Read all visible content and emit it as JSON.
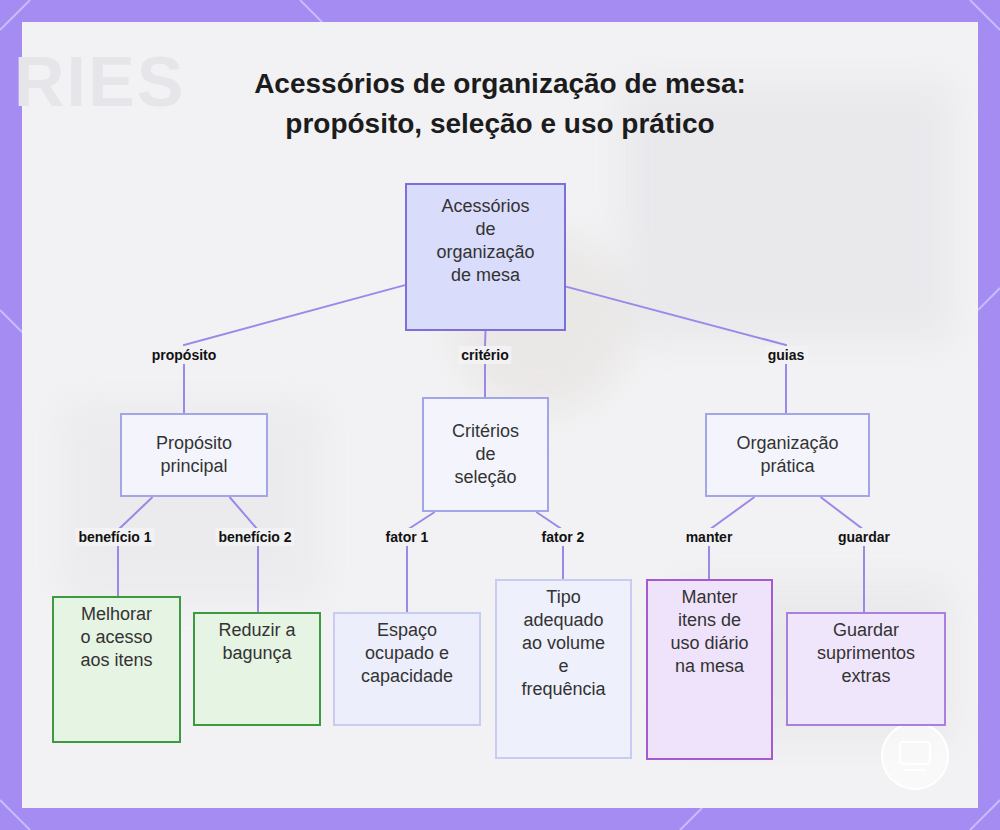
{
  "diagram": {
    "title": "Acessórios de organização de mesa: propósito, seleção e uso prático",
    "nodes": [
      {
        "text": [
          "Acessórios de organização de mesa"
        ]
      },
      {
        "text": [
          "Propósito principal"
        ]
      },
      {
        "text": [
          "Critérios de seleção"
        ]
      },
      {
        "text": [
          "Organização prática"
        ]
      },
      {
        "text": [
          "Melhorar o acesso aos itens"
        ]
      },
      {
        "text": [
          "Reduzir a bagunça"
        ]
      },
      {
        "text": [
          "Espaço ocupado e capacidade"
        ]
      },
      {
        "text": [
          "Tipo adequado ao volume e frequência"
        ]
      },
      {
        "text": [
          "Manter itens de uso diário na mesa"
        ]
      },
      {
        "text": [
          "Guardar suprimentos extras"
        ]
      }
    ],
    "edges": [
      {
        "from": 0,
        "to": 1,
        "label": "propósito",
        "arrow": "none"
      },
      {
        "from": 0,
        "to": 2,
        "label": "critério",
        "arrow": "none"
      },
      {
        "from": 0,
        "to": 3,
        "label": "guias",
        "arrow": "none"
      },
      {
        "from": 1,
        "to": 4,
        "label": "benefício 1",
        "arrow": "none"
      },
      {
        "from": 1,
        "to": 5,
        "label": "benefício 2",
        "arrow": "none"
      },
      {
        "from": 2,
        "to": 6,
        "label": "fator 1",
        "arrow": "none"
      },
      {
        "from": 2,
        "to": 7,
        "label": "fator 2",
        "arrow": "none"
      },
      {
        "from": 3,
        "to": 8,
        "label": "manter",
        "arrow": "none"
      },
      {
        "from": 3,
        "to": 9,
        "label": "guardar",
        "arrow": "none"
      }
    ],
    "labels": [
      "RIES"
    ]
  }
}
